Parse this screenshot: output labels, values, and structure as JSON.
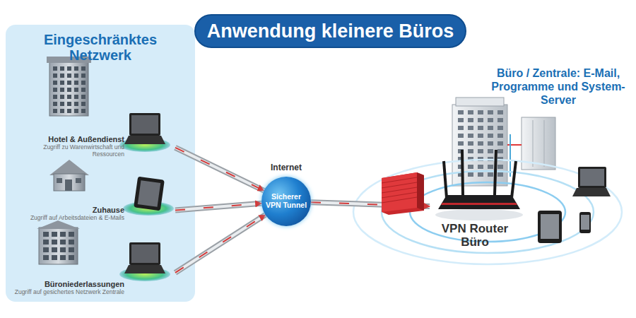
{
  "diagram": {
    "title": "Anwendung kleinere Büros",
    "nodes": [
      {
        "text": [
          "Eingeschränktes Netzwerk"
        ]
      },
      {
        "text": [
          "Hotel & Außendienst",
          "Zugriff zu Warenwirtschaft und Ressourcen"
        ],
        "in": 0
      },
      {
        "text": [
          "Zuhause",
          "Zugriff auf Arbeitsdateien & E-Mails"
        ],
        "in": 0
      },
      {
        "text": [
          "Büroniederlassungen",
          "Zugriff auf gesichertes Netzwerk Zentrale"
        ],
        "in": 0
      },
      {
        "text": [
          "Internet",
          "Sicherer VPN Tunnel"
        ]
      },
      {
        "text": [
          "VPN Router Büro"
        ]
      }
    ],
    "edges": [
      {
        "from": 1,
        "to": 4,
        "arrow": "to"
      },
      {
        "from": 2,
        "to": 4,
        "arrow": "to"
      },
      {
        "from": 3,
        "to": 4,
        "arrow": "to"
      },
      {
        "from": 4,
        "to": 5,
        "arrow": "to"
      }
    ],
    "labels": [
      "Büro / Zentrale: E-Mail, Programme und System-Server"
    ]
  }
}
